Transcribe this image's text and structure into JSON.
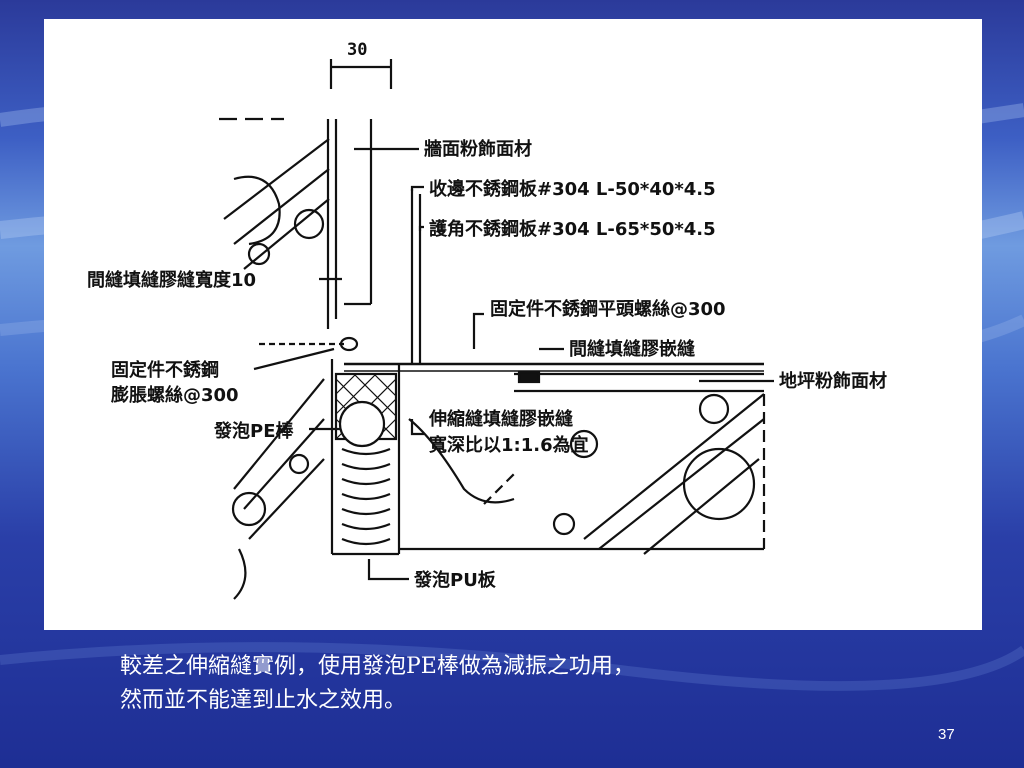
{
  "diagram": {
    "dimension": "30",
    "labels": {
      "wall_finish": "牆面粉飾面材",
      "edge_plate": "收邊不銹鋼板#304 L-50*40*4.5",
      "corner_plate": "護角不銹鋼板#304 L-65*50*4.5",
      "joint_sealant_width": "間縫填縫膠縫寬度10",
      "screw_top": "固定件不銹鋼平頭螺絲@300",
      "joint_sealant_inlay": "間縫填縫膠嵌縫",
      "anchor_line1": "固定件不銹鋼",
      "anchor_line2": "膨脹螺絲@300",
      "floor_finish": "地坪粉飾面材",
      "pe_rod": "發泡PE棒",
      "expansion_sealant_line1": "伸縮縫填縫膠嵌縫",
      "expansion_sealant_line2": "寬深比以1:1.6為宜",
      "pu_board": "發泡PU板"
    }
  },
  "caption": {
    "line1": "較差之伸縮縫實例，使用發泡PE棒做為減振之功用，",
    "line2": "然而並不能達到止水之效用。"
  },
  "page_number": "37"
}
